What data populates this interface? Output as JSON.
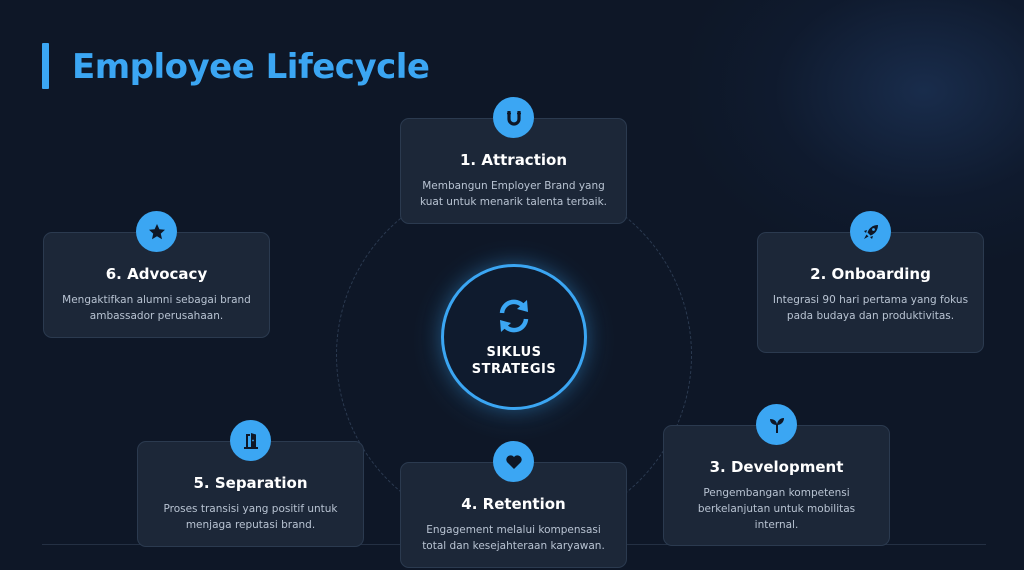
{
  "title": "Employee Lifecycle",
  "center": {
    "label": "SIKLUS\nSTRATEGIS",
    "icon": "sync-icon"
  },
  "accent": "#3ba6f3",
  "stages": [
    {
      "title": "1. Attraction",
      "desc": "Membangun Employer Brand yang kuat untuk menarik talenta terbaik.",
      "icon": "magnet-icon"
    },
    {
      "title": "2. Onboarding",
      "desc": "Integrasi 90 hari pertama yang fokus pada budaya dan produktivitas.",
      "icon": "rocket-icon"
    },
    {
      "title": "3. Development",
      "desc": "Pengembangan kompetensi berkelanjutan untuk mobilitas internal.",
      "icon": "seedling-icon"
    },
    {
      "title": "4. Retention",
      "desc": "Engagement melalui kompensasi total dan kesejahteraan karyawan.",
      "icon": "heart-icon"
    },
    {
      "title": "5. Separation",
      "desc": "Proses transisi yang positif untuk menjaga reputasi brand.",
      "icon": "door-open-icon"
    },
    {
      "title": "6. Advocacy",
      "desc": "Mengaktifkan alumni sebagai brand ambassador perusahaan.",
      "icon": "star-icon"
    }
  ]
}
